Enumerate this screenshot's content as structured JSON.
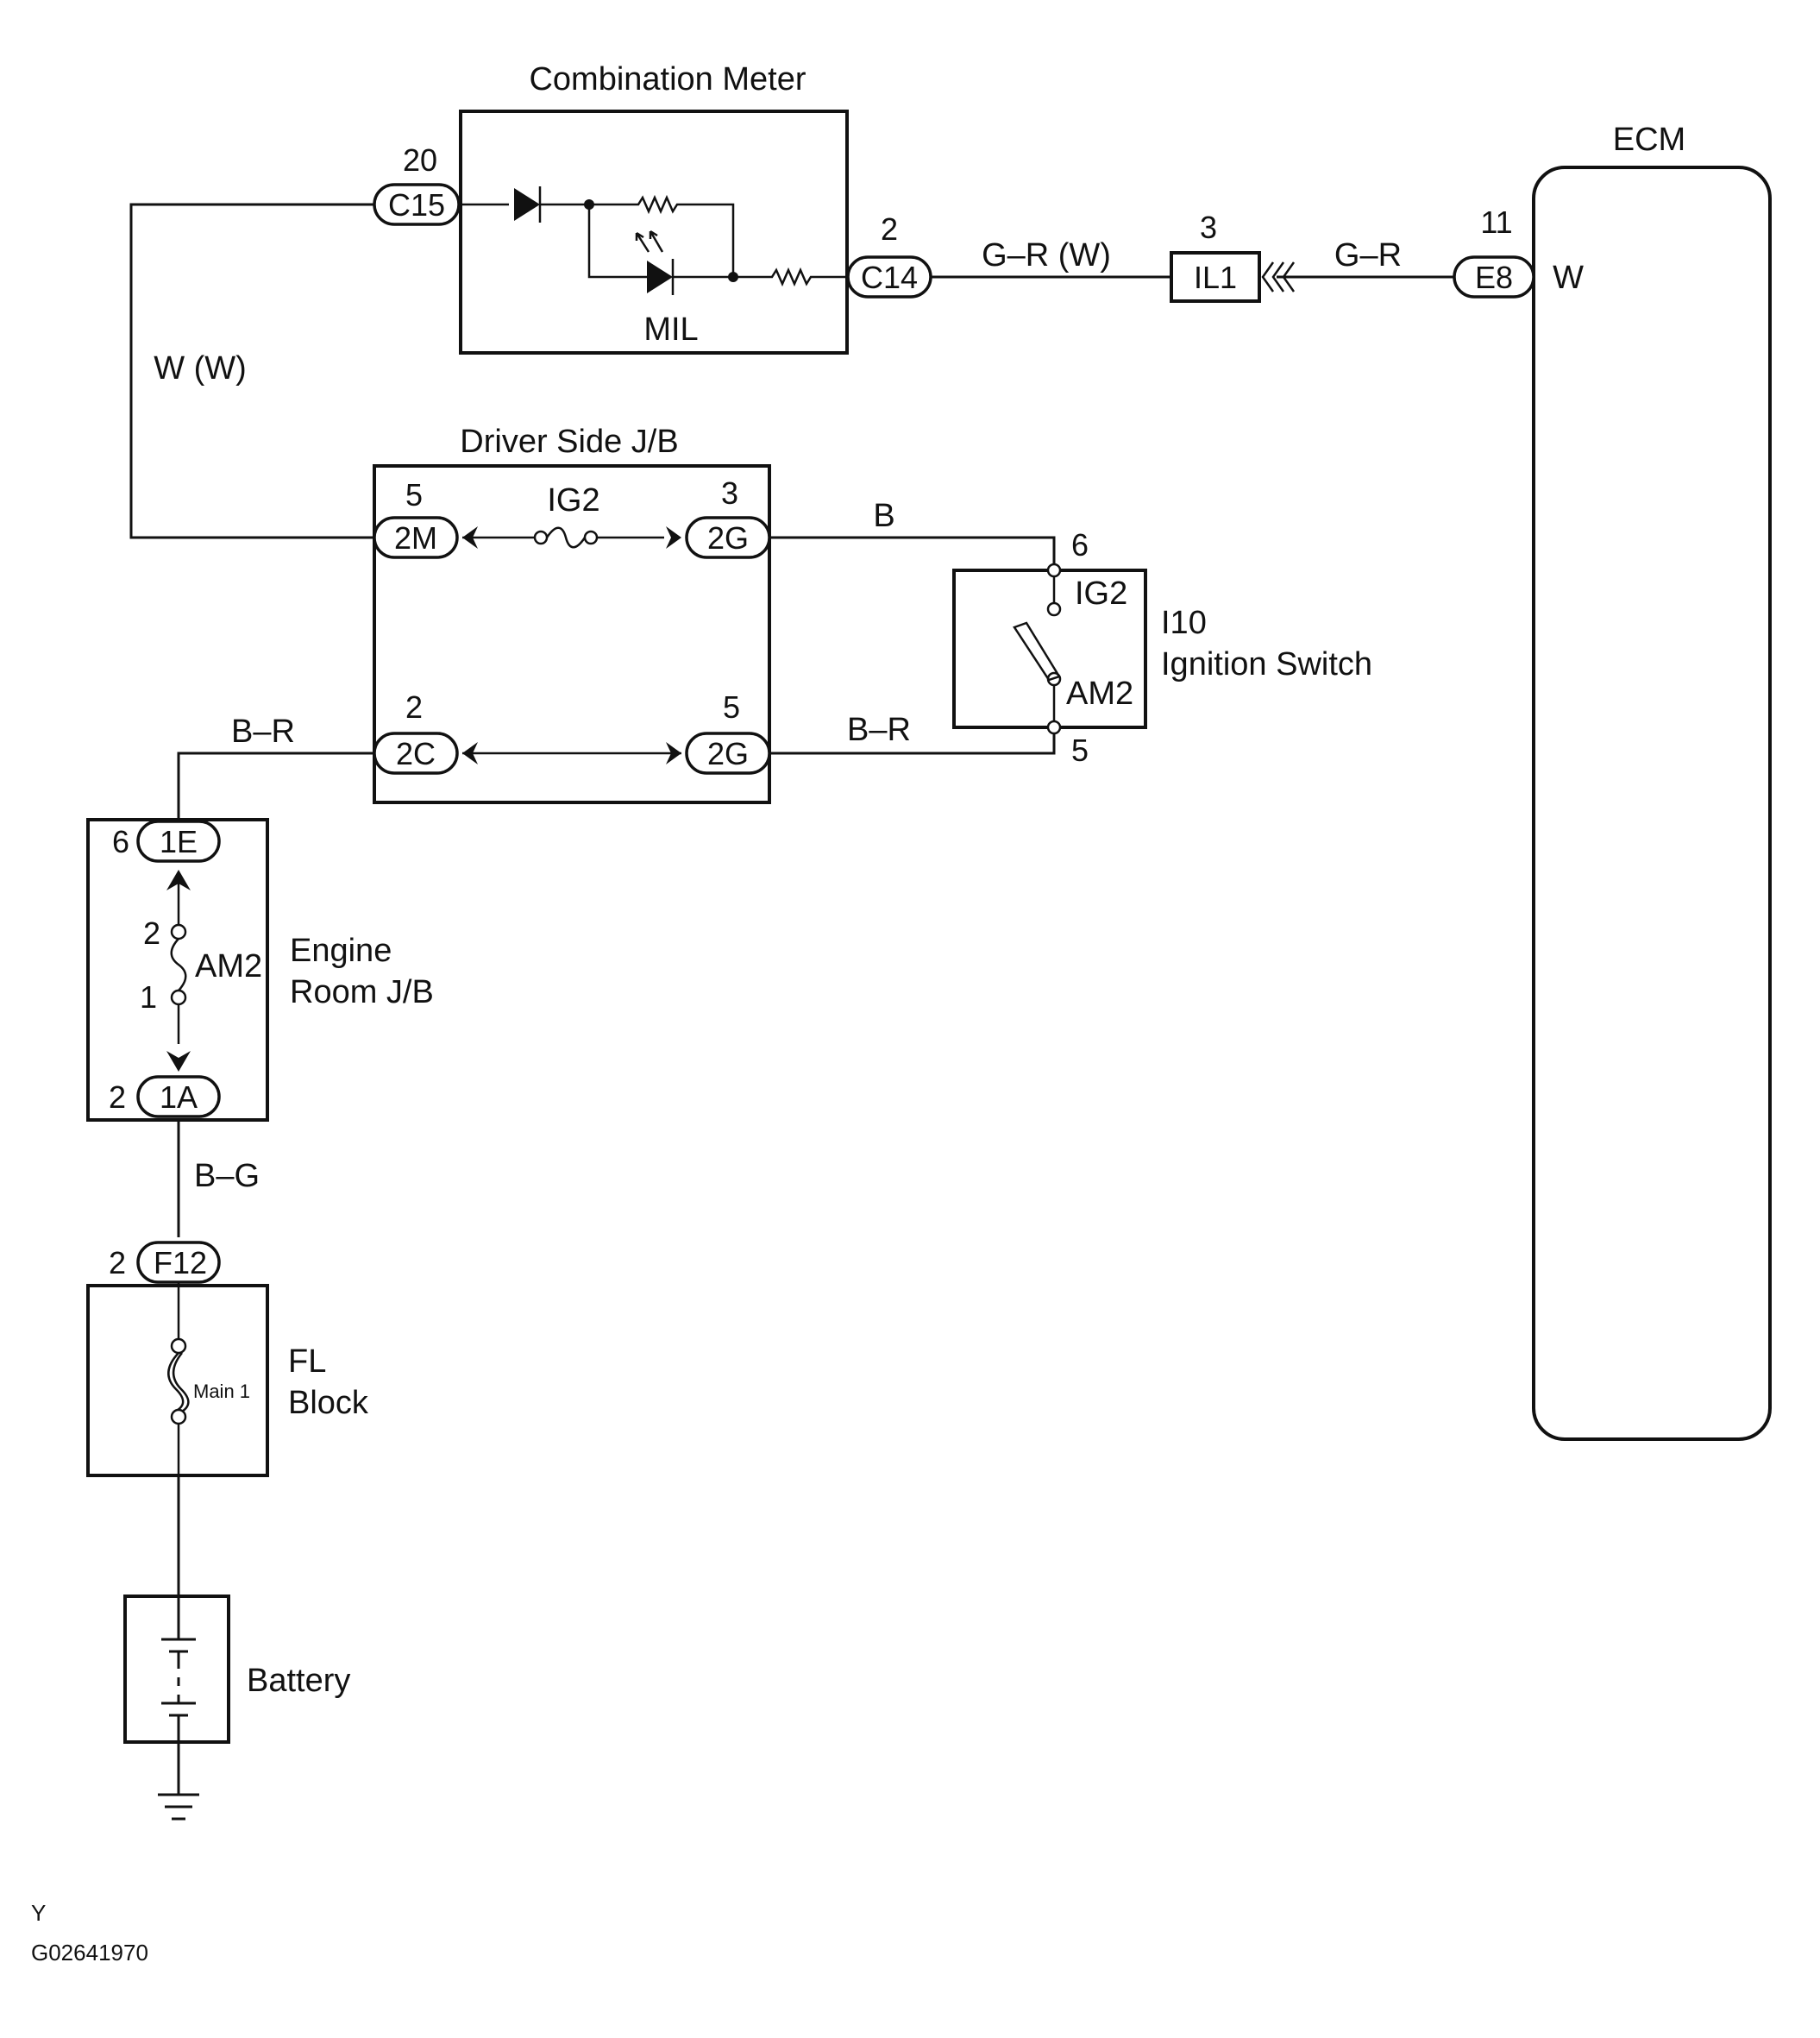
{
  "diagram": {
    "components": {
      "combination_meter": "Combination Meter",
      "mil": "MIL",
      "ecm": "ECM",
      "ecm_pin_label": "W",
      "driver_side_jb": "Driver Side J/B",
      "ig2_fuse": "IG2",
      "ignition_switch_id": "I10",
      "ignition_switch": "Ignition Switch",
      "ignition_ig2": "IG2",
      "ignition_am2": "AM2",
      "engine_room_jb_line1": "Engine",
      "engine_room_jb_line2": "Room J/B",
      "am2_fuse": "AM2",
      "fl_block_line1": "FL",
      "fl_block_line2": "Block",
      "main1_fuse": "Main 1",
      "battery": "Battery"
    },
    "connectors": {
      "c15": {
        "id": "C15",
        "pin": "20"
      },
      "c14": {
        "id": "C14",
        "pin": "2"
      },
      "il1": {
        "id": "IL1",
        "pin": "3"
      },
      "e8": {
        "id": "E8",
        "pin": "11"
      },
      "jb_2m": {
        "id": "2M",
        "pin": "5"
      },
      "jb_2g_top": {
        "id": "2G",
        "pin": "3"
      },
      "jb_2c": {
        "id": "2C",
        "pin": "2"
      },
      "jb_2g_bottom": {
        "id": "2G",
        "pin": "5"
      },
      "ign_top_pin": "6",
      "ign_bottom_pin": "5",
      "er_1e": {
        "id": "1E",
        "pin": "6"
      },
      "er_1a": {
        "id": "1A",
        "pin": "2"
      },
      "am2_pin_top": "2",
      "am2_pin_bottom": "1",
      "f12": {
        "id": "F12",
        "pin": "2"
      }
    },
    "wires": {
      "w_w": "W (W)",
      "g_r_w": "G–R (W)",
      "g_r": "G–R",
      "b": "B",
      "b_r_left": "B–R",
      "b_r_right": "B–R",
      "b_g": "B–G"
    },
    "footer": {
      "letter": "Y",
      "code": "G02641970"
    }
  }
}
